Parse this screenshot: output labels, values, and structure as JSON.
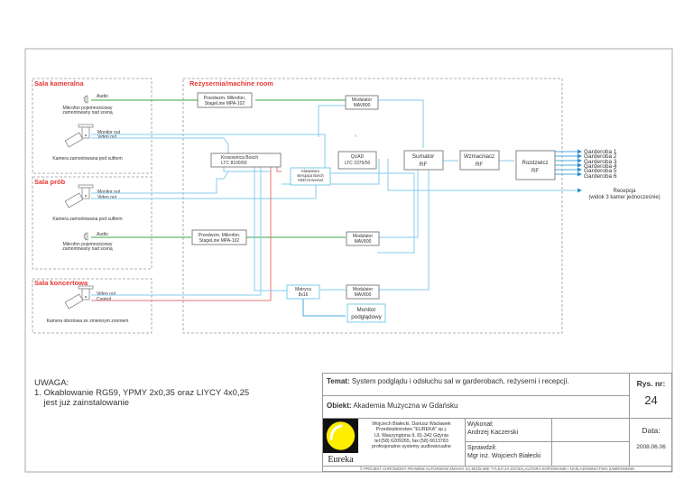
{
  "rooms": {
    "kameralna": {
      "title": "Sala kameralna",
      "audio_label": "Audio",
      "mic_caption_1": "Mikrofon pojemnościowy",
      "mic_caption_2": "zamontowany nad sceną",
      "monitor_out": "Monitor out",
      "video_out": "Video out",
      "cam_caption": "Kamera zamontowana pod sufitem"
    },
    "prob": {
      "title": "Sala prób",
      "monitor_out": "Monitor out",
      "video_out": "Video out",
      "cam_caption": "Kamera zamontowana pod sufitem",
      "audio_label": "Audio",
      "mic_caption_1": "Mikrofon pojemnościowy",
      "mic_caption_2": "zamontowany nad sceną"
    },
    "koncertowa": {
      "title": "Sala koncertowa",
      "video_out": "Video out",
      "control": "Control",
      "cam_caption": "Kamera obrotowa ze zmiennym zoomem"
    },
    "rezyserka": {
      "title": "Reżysernia/machine room"
    }
  },
  "devices": {
    "preamp1": [
      "Przedwzm. Mikrofon.",
      "StageLine MPA-102"
    ],
    "preamp2": [
      "Przedwzm. Mikrofon.",
      "StageLine MPA-102"
    ],
    "modulator1": [
      "Modulator",
      "MAV800"
    ],
    "modulator2": [
      "Modulator",
      "MAV800"
    ],
    "modulator3": [
      "Modulator",
      "MAV800"
    ],
    "krosownica": [
      "Krosownica Bosch",
      "LTC 8100/50"
    ],
    "klawiatura": [
      "Klawiatura",
      "sterująca Bosch",
      "KBD-Universal"
    ],
    "quad": [
      "QUAD",
      "LTC 2375/50"
    ],
    "sumator": [
      "Sumator",
      "RF"
    ],
    "wzmacniacz": [
      "Wzmacniacz",
      "RF"
    ],
    "rozdzielacz": [
      "Rozdzielcz",
      "RF"
    ],
    "matryca": [
      "Matryca",
      "8x16"
    ],
    "monitor": [
      "Monitor",
      "podglądowy"
    ]
  },
  "outputs": {
    "garderoby": [
      "Garderoba 1",
      "Garderoba 2",
      "Garderoba 3",
      "Garderoba 4",
      "Garderoba 5",
      "Garderoba 6"
    ],
    "recepcja_1": "Recepcja",
    "recepcja_2": "(widok 3 kamer jednocześnie)"
  },
  "note": {
    "title": "UWAGA:",
    "line1": "1. Okablowanie RG59, YPMY 2x0,35 oraz LIYCY 4x0,25",
    "line2": "    jest już zainstalowanie"
  },
  "title_block": {
    "temat_label": "Temat:",
    "temat_value": "System podglądu i odsłuchu sal w garderobach, reżyserni i recepcji.",
    "obiekt_label": "Obiekt:",
    "obiekt_value": "Akademia Muzyczna w Gdańsku",
    "rys_label": "Rys. nr:",
    "rys_value": "24",
    "company_lines": [
      "Wojciech Białecki, Dariusz Wacławek",
      "Przedsiębiorstwo \"EUREKA\" sp.j.",
      "Ul. Waszyngtona  9, 81-342 Gdynia",
      "tel:(58) 6209265, fax:(58) 6613783",
      "profesjonalne systemy audiowizualne"
    ],
    "logo_text": "Eureka",
    "wykonal_label": "Wykonał:",
    "wykonal_value": "Andrzej Kaczerski",
    "sprawdzil_label": "Sprawdził:",
    "sprawdzil_value": "Mgr inż. Wojciech Białecki",
    "data_label": "Data:",
    "data_value": "2008.06.06",
    "copyright": "©   PROJEKT CHRONIONY PRAWEM AUTORSKIM ZMIANY SĄ MOŻLIWE TYLKO ZA ZGODĄ AUTORA KOPIOWANIE I NAŚLADOWNICTWO ZABRONIONE"
  },
  "colors": {
    "room_title": "#e53935",
    "video_line": "#86cbec",
    "audio_line": "#3aa64a",
    "control_line": "#e57373",
    "logo_yellow": "#ffee00"
  }
}
